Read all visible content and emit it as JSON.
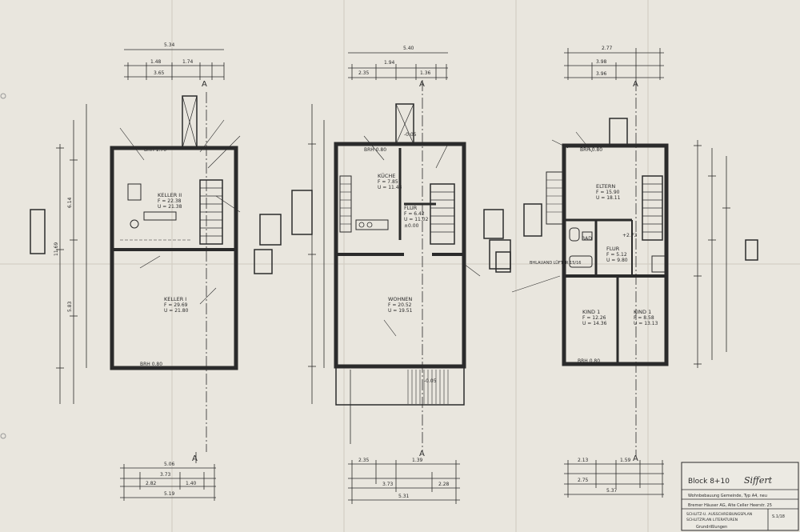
{
  "plans": {
    "keller": {
      "section_mark": "A",
      "rooms": [
        {
          "name": "KELLER II",
          "area": "F = 22.38",
          "perimeter": "U = 21.38"
        },
        {
          "name": "KELLER I",
          "area": "F = 29.69",
          "perimeter": "U = 21.80"
        }
      ],
      "brh_top": "BRH 1.70",
      "brh_bottom": "BRH 0.80",
      "top_dims": [
        "5.34",
        "1.48",
        "1.74",
        "3.65"
      ],
      "bottom_dims": [
        "5.06",
        "3.73",
        "2.82",
        "1.40",
        "5.19"
      ],
      "side_dims": [
        "11.69",
        "6.14",
        "5.83"
      ]
    },
    "erdgeschoss": {
      "section_mark": "A",
      "rooms": [
        {
          "name": "KÜCHE",
          "area": "F = 7.85",
          "perimeter": "U = 11.43"
        },
        {
          "name": "FLUR",
          "area": "F = 6.42",
          "perimeter": "U = 11.02"
        },
        {
          "name": "WOHNEN",
          "area": "F = 20.52",
          "perimeter": "U = 19.51"
        }
      ],
      "brh_top": "BRH 0.80",
      "levels": [
        "±0.00",
        "-0.05",
        "-0.05"
      ],
      "top_dims": [
        "5.40",
        "1.94",
        "2.35",
        "1.36"
      ],
      "bottom_dims": [
        "2.35",
        "1.39",
        "3.73",
        "2.28",
        "5.31"
      ]
    },
    "obergeschoss": {
      "section_mark": "A",
      "rooms": [
        {
          "name": "ELTERN",
          "area": "F = 15.90",
          "perimeter": "U = 18.11"
        },
        {
          "name": "BAD",
          "area": "",
          "perimeter": ""
        },
        {
          "name": "FLUR",
          "area": "F = 5.12",
          "perimeter": "U = 9.80"
        },
        {
          "name": "KIND 1",
          "area": "F = 12.26",
          "perimeter": "U = 14.36"
        },
        {
          "name": "KIND 1",
          "area": "F = 8.58",
          "perimeter": "U = 13.13"
        }
      ],
      "brh_top": "BRH 0.80",
      "brh_bottom": "BRH 0.80",
      "level": "+2.73",
      "vent_note": "BHLAUAND LÜFTER 15/16",
      "top_dims": [
        "2.77",
        "3.98",
        "3.96"
      ],
      "bottom_dims": [
        "2.13",
        "1.59",
        "2.75",
        "5.37"
      ]
    }
  },
  "title_block": {
    "block": "Block 8+10",
    "signature": "Siffert",
    "project": "Wohnbebauung Gemeinde, Typ A4, neu",
    "client": "Bremer Häuser AG, Alte Celler Heerstr. 25",
    "office_lines": [
      "SCHLITZ-U. AUSSCHREIBUNGSPLAN",
      "SCHLITZPLAN LITERATUREN"
    ],
    "sheet_name": "Grundrißlungen",
    "small_code": "S.1/18"
  },
  "colors": {
    "paper": "#e9e6de",
    "ink": "#2b2b2b"
  }
}
